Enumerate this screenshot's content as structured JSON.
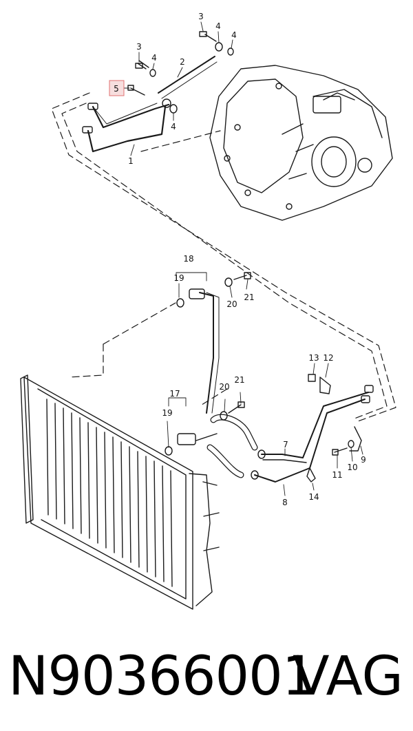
{
  "diagram": {
    "callouts": {
      "c1": "1",
      "c2": "2",
      "c3a": "3",
      "c3b": "3",
      "c4a": "4",
      "c4b": "4",
      "c4c": "4",
      "c4d": "4",
      "c5": "5",
      "c7": "7",
      "c8": "8",
      "c9": "9",
      "c10": "10",
      "c11": "11",
      "c12": "12",
      "c13": "13",
      "c14": "14",
      "c17": "17",
      "c18": "18",
      "c19a": "19",
      "c19b": "19",
      "c20a": "20",
      "c20b": "20",
      "c21a": "21",
      "c21b": "21"
    },
    "highlighted_callout": "5"
  },
  "footer": {
    "part_number": "N90366001",
    "brand": "VAG"
  },
  "colors": {
    "line": "#1a1a1a",
    "highlight_fill": "#f7dede",
    "highlight_border": "#e07070"
  }
}
